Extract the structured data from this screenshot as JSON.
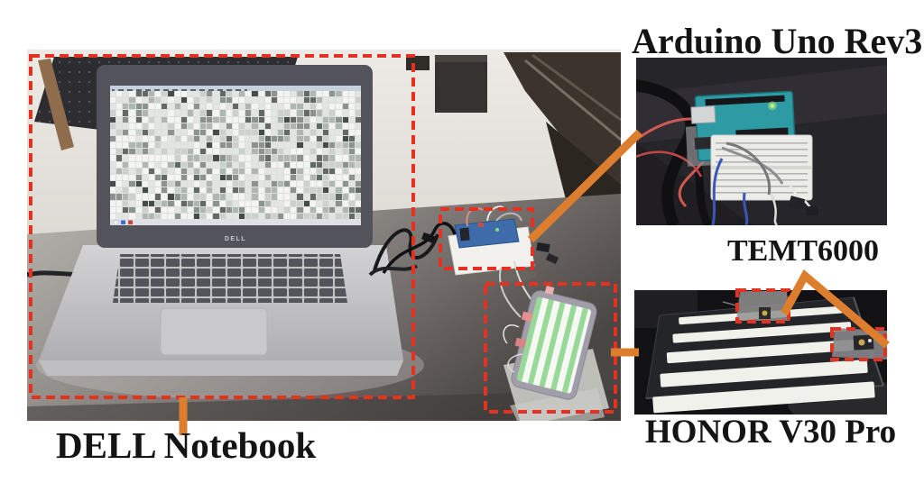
{
  "labels": {
    "arduino_inset": "Arduino Uno Rev3",
    "sensor": "TEMT6000",
    "phone_inset": "HONOR V30 Pro",
    "laptop": "DELL Notebook"
  },
  "laptop": {
    "logo": "DELL"
  },
  "colors": {
    "page_bg": "#ffffff",
    "annotation_red": "#e5311f",
    "connector_orange": "#dd7e2e",
    "label_text": "#141414",
    "stripe_green": "#98d998"
  },
  "screen_mosaic": {
    "cols": 39,
    "rows": 20,
    "seed": 987654321,
    "palette": [
      "#f4f4f2",
      "#e3e5e2",
      "#cdd1cd",
      "#b0b6b1",
      "#8c938e",
      "#636a65",
      "#454c47"
    ],
    "weights": [
      0.3,
      0.2,
      0.16,
      0.13,
      0.1,
      0.07,
      0.04
    ]
  },
  "transmitter_phone": {
    "stripe_count": 5,
    "stripe_colors": [
      "#f6f8f3",
      "#98d998"
    ]
  },
  "receiver_phone": {
    "stripe_count": 5,
    "stripe_color": "#f1f1ec"
  }
}
